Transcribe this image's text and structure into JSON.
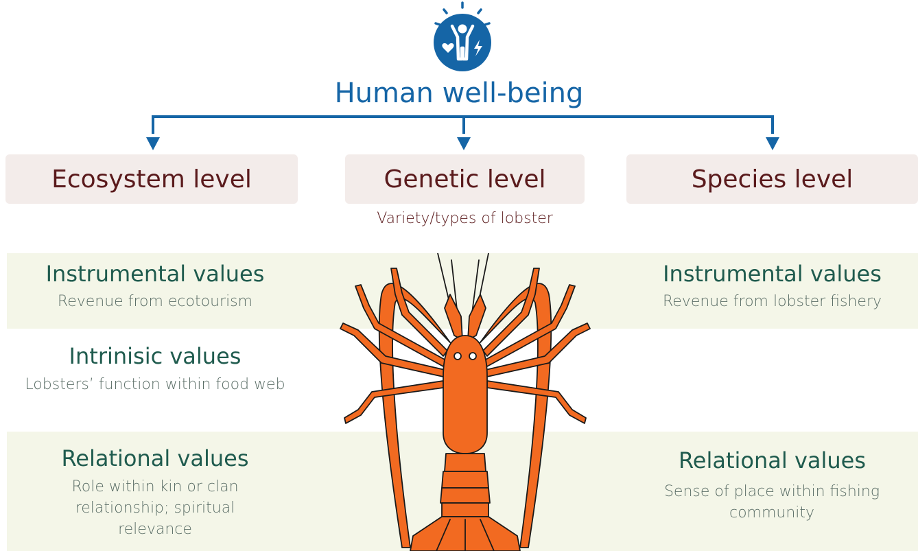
{
  "title": "Human well-being",
  "colors": {
    "blue": "#1565a6",
    "level_box": "#f3ecea",
    "level_text": "#5a1a1c",
    "band": "#f4f6e8",
    "value_heading": "#1f5b4e",
    "lobster": "#f26a21"
  },
  "icons": {
    "top": "human-wellbeing-icon",
    "center": "lobster-illustration"
  },
  "levels": [
    {
      "label": "Ecosystem level"
    },
    {
      "label": "Genetic level",
      "subtitle": "Variety/types of lobster"
    },
    {
      "label": "Species level"
    }
  ],
  "left_values": [
    {
      "heading": "Instrumental values",
      "description": "Revenue from ecotourism"
    },
    {
      "heading": "Intrinisic values",
      "description": "Lobsters’ function within food web"
    },
    {
      "heading": "Relational values",
      "description": "Role within kin or clan relationship; spiritual relevance"
    }
  ],
  "right_values": [
    {
      "heading": "Instrumental values",
      "description": "Revenue from lobster fishery"
    },
    {
      "heading": "Relational values",
      "description": "Sense of place within fishing community"
    }
  ]
}
